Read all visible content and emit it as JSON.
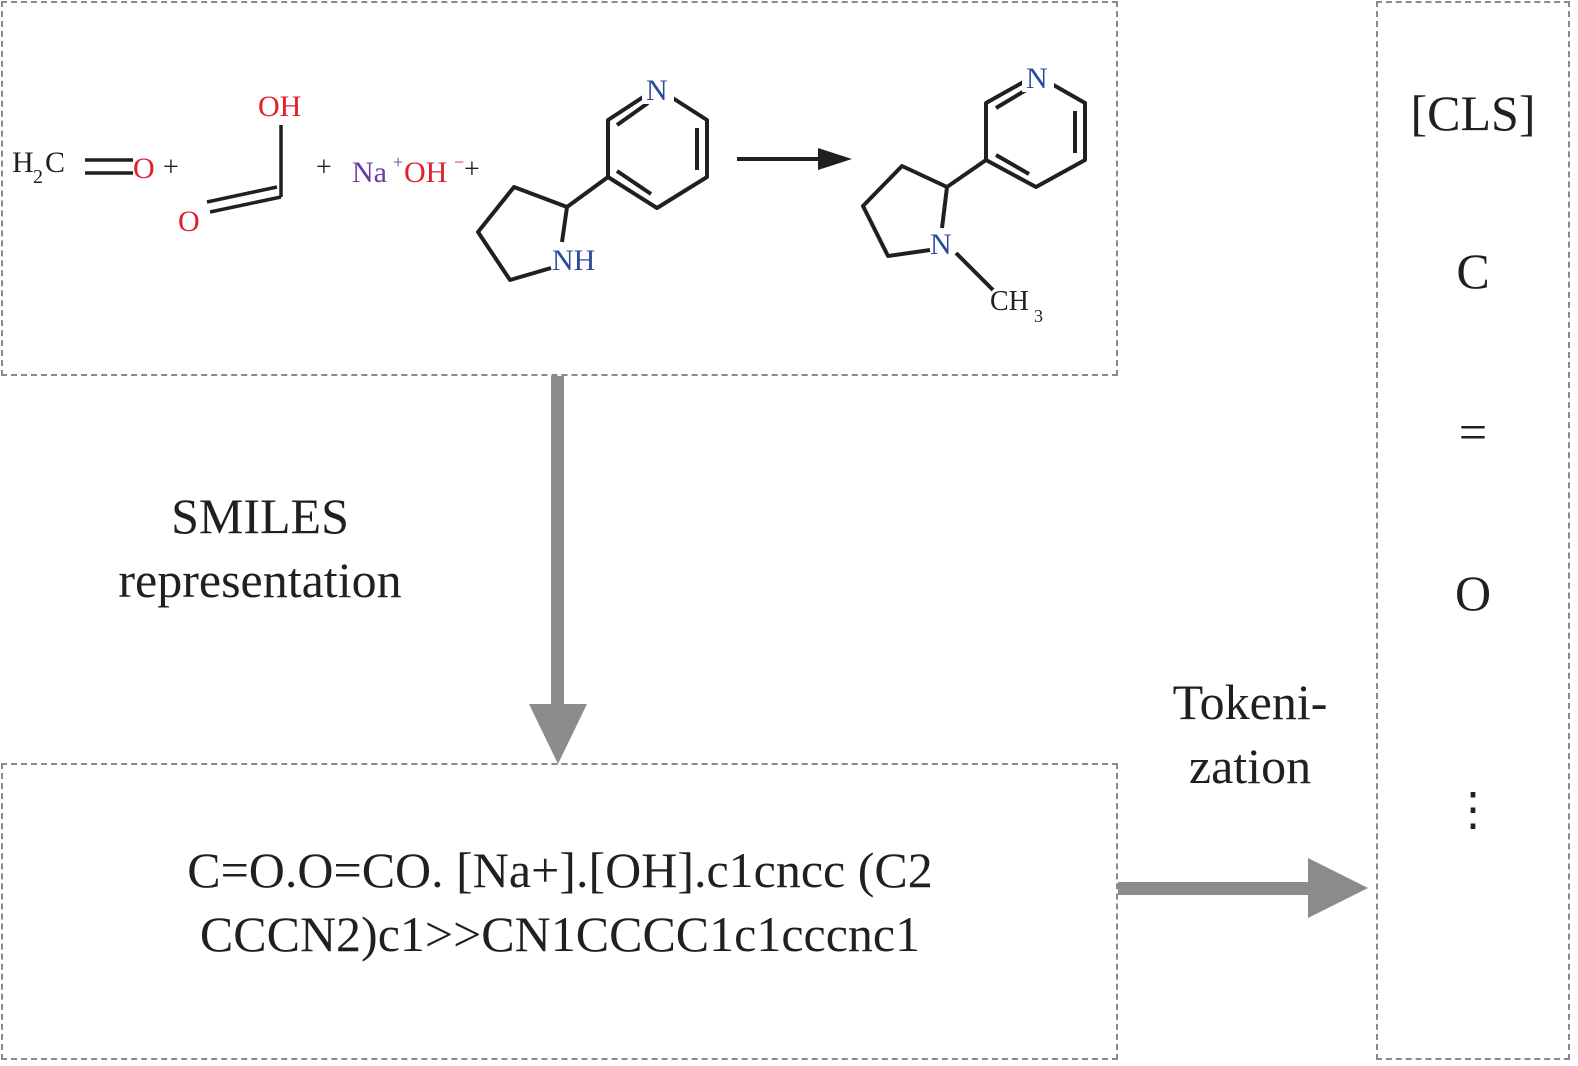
{
  "reaction": {
    "formaldehyde": {
      "h": "H",
      "sub2": "2",
      "c": "C",
      "o": "O"
    },
    "formic_acid": {
      "oh": "OH",
      "o": "O"
    },
    "base": {
      "na": "Na",
      "plus": "+",
      "oh": "OH",
      "minus": "−"
    },
    "plus_sign": "+",
    "nornicotine": {
      "ring_n": "N",
      "nh": "NH"
    },
    "nicotine": {
      "ring_n": "N",
      "n": "N",
      "ch": "CH",
      "sub3": "3"
    }
  },
  "labels": {
    "smiles_line1": "SMILES",
    "smiles_line2": "representation",
    "token_line1": "Tokeni-",
    "token_line2": "zation"
  },
  "smiles": {
    "line1": "C=O.O=CO. [Na+].[OH].c1cncc (C2",
    "line2": "CCCN2)c1>>CN1CCCC1c1cccnc1"
  },
  "tokens": [
    "[CLS]",
    "C",
    "=",
    "O"
  ],
  "token_ellipsis": "⋮",
  "colors": {
    "oxygen": "#e0202a",
    "nitrogen": "#2b4a9a",
    "sodium": "#6a3aa0",
    "arrow_gray": "#8c8c8c",
    "bond": "#231f20"
  }
}
